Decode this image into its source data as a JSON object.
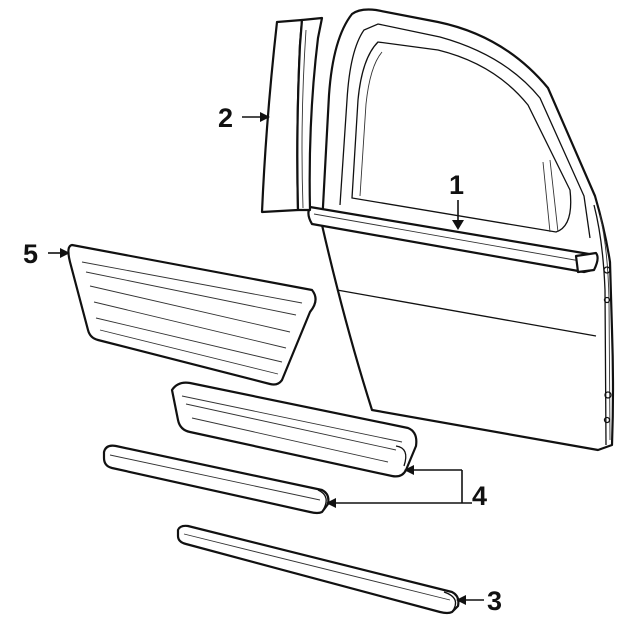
{
  "callouts": {
    "1": "1",
    "2": "2",
    "3": "3",
    "4": "4",
    "5": "5"
  },
  "colors": {
    "line": "#111111",
    "background": "#ffffff"
  }
}
